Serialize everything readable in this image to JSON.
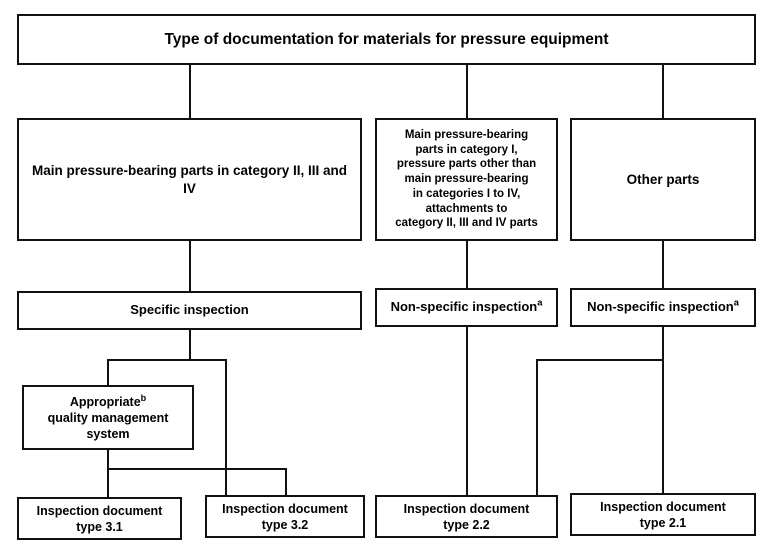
{
  "diagram": {
    "title": "Type of documentation for materials for pressure equipment",
    "nodes": {
      "title": {
        "label": "Type of documentation for materials for pressure equipment"
      },
      "main_parts_ii_iii_iv": {
        "label": "Main pressure-bearing parts in category II, III and IV"
      },
      "main_parts_i_other": {
        "label": "Main pressure-bearing\nparts in category I,\npressure parts other than\nmain pressure-bearing\nin categories I to IV,\nattachments to\ncategory II, III and IV parts"
      },
      "other_parts": {
        "label": "Other parts"
      },
      "specific_inspection": {
        "label": "Specific inspection"
      },
      "non_specific_inspection_mid": {
        "label": "Non-specific inspection",
        "footnote": "a"
      },
      "non_specific_inspection_right": {
        "label": "Non-specific inspection",
        "footnote": "a"
      },
      "quality_management_system": {
        "line1": "Appropriate",
        "footnote": "b",
        "line2": "quality management",
        "line3": "system"
      },
      "inspection_document_31": {
        "label": "Inspection document\ntype 3.1"
      },
      "inspection_document_32": {
        "label": "Inspection document\ntype 3.2"
      },
      "inspection_document_22": {
        "label": "Inspection document\ntype 2.2"
      },
      "inspection_document_21": {
        "label": "Inspection document\ntype 2.1"
      }
    },
    "colors": {
      "stroke": "#111111",
      "background": "#ffffff",
      "text": "#000000"
    }
  }
}
